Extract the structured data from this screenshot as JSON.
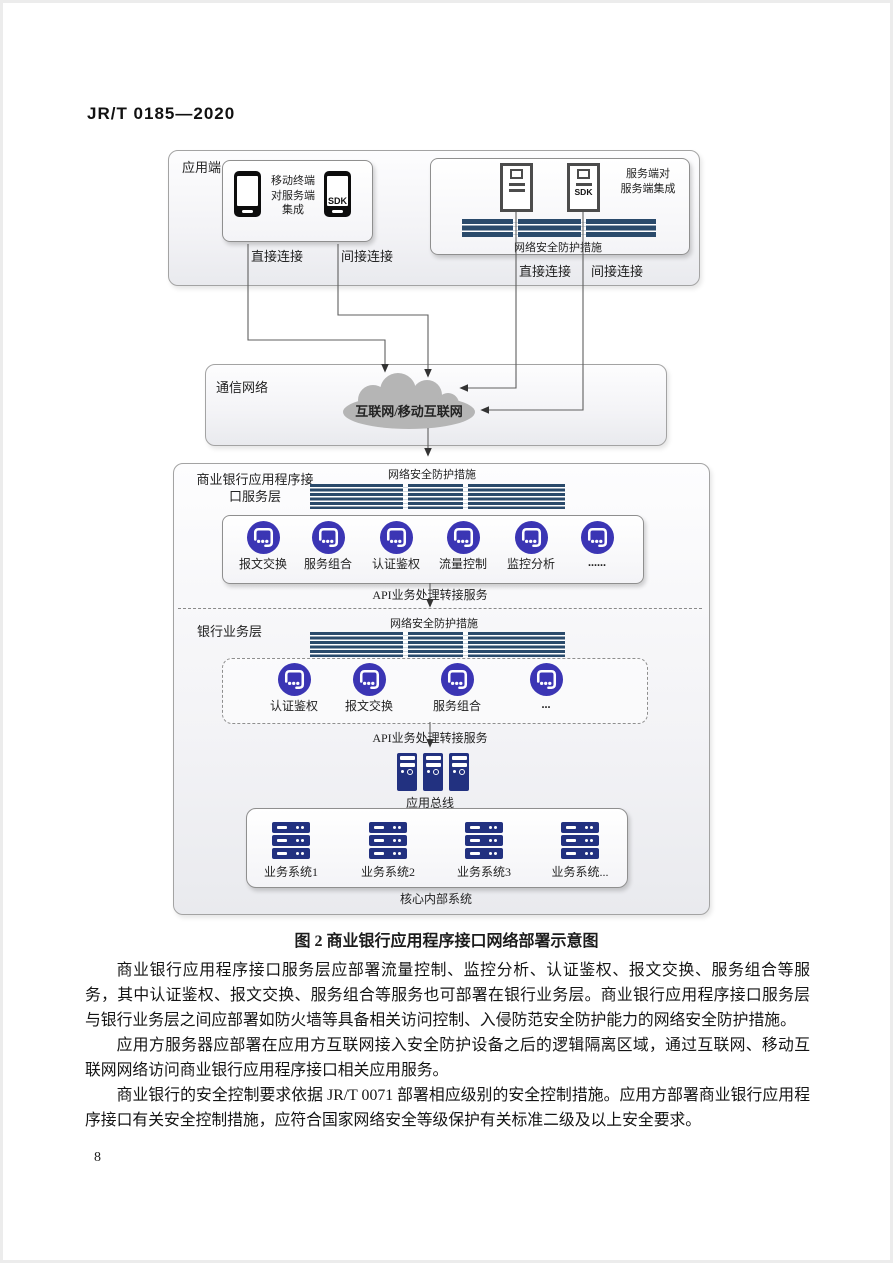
{
  "page": {
    "header": "JR/T 0185—2020",
    "page_number": "8",
    "caption": "图 2  商业银行应用程序接口网络部署示意图",
    "paragraphs": [
      "商业银行应用程序接口服务层应部署流量控制、监控分析、认证鉴权、报文交换、服务组合等服务，其中认证鉴权、报文交换、服务组合等服务也可部署在银行业务层。商业银行应用程序接口服务层与银行业务层之间应部署如防火墙等具备相关访问控制、入侵防范安全防护能力的网络安全防护措施。",
      "应用方服务器应部署在应用方互联网接入安全防护设备之后的逻辑隔离区域，通过互联网、移动互联网网络访问商业银行应用程序接口相关应用服务。",
      "商业银行的安全控制要求依据 JR/T 0071 部署相应级别的安全控制措施。应用方部署商业银行应用程序接口有关安全控制措施，应符合国家网络安全等级保护有关标准二级及以上安全要求。"
    ]
  },
  "diagram": {
    "app_side": {
      "label": "应用端",
      "mobile_integration": {
        "line1": "移动终端",
        "line2": "对服务端",
        "line3": "集成"
      },
      "sdk_label": "SDK",
      "mobile_direct": "直接连接",
      "mobile_indirect": "间接连接",
      "server_integration": {
        "line1": "服务端对",
        "line2": "服务端集成"
      },
      "server_firewall_label": "网络安全防护措施",
      "server_direct": "直接连接",
      "server_indirect": "间接连接"
    },
    "comm_network": {
      "label": "通信网络",
      "cloud_label": "互联网/移动互联网"
    },
    "api_layer": {
      "label_line1": "商业银行应用程序接",
      "label_line2": "口服务层",
      "firewall_label": "网络安全防护措施",
      "services": [
        "报文交换",
        "服务组合",
        "认证鉴权",
        "流量控制",
        "监控分析",
        "......"
      ],
      "footer": "API业务处理转接服务"
    },
    "bank_layer": {
      "label": "银行业务层",
      "firewall_label": "网络安全防护措施",
      "services": [
        "认证鉴权",
        "报文交换",
        "服务组合",
        "..."
      ],
      "footer": "API业务处理转接服务"
    },
    "app_bus_label": "应用总线",
    "core_systems": {
      "label": "核心内部系统",
      "systems": [
        "业务系统1",
        "业务系统2",
        "业务系统3",
        "业务系统..."
      ]
    },
    "colors": {
      "firewall": "#2a4a6b",
      "service_icon": "#3b35b4",
      "server_navy": "#223180",
      "cloud_gray": "#b5b5b5"
    }
  }
}
